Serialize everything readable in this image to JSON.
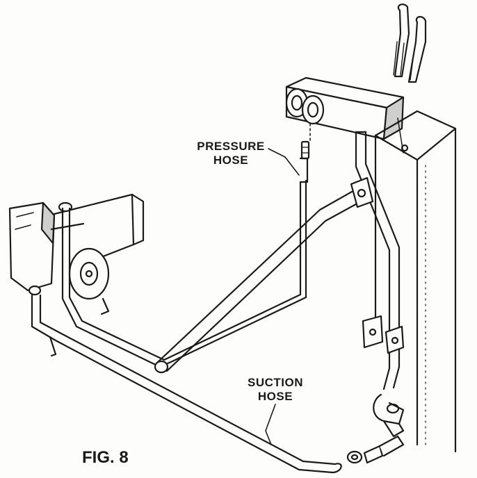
{
  "figure": {
    "caption": "FIG. 8"
  },
  "labels": {
    "pressure_line1": "PRESSURE",
    "pressure_line2": "HOSE",
    "suction_line1": "SUCTION",
    "suction_line2": "HOSE"
  },
  "colors": {
    "ink": "#1a1a1a",
    "paper": "#fdfdfc",
    "shade": "#cfcfcf"
  }
}
